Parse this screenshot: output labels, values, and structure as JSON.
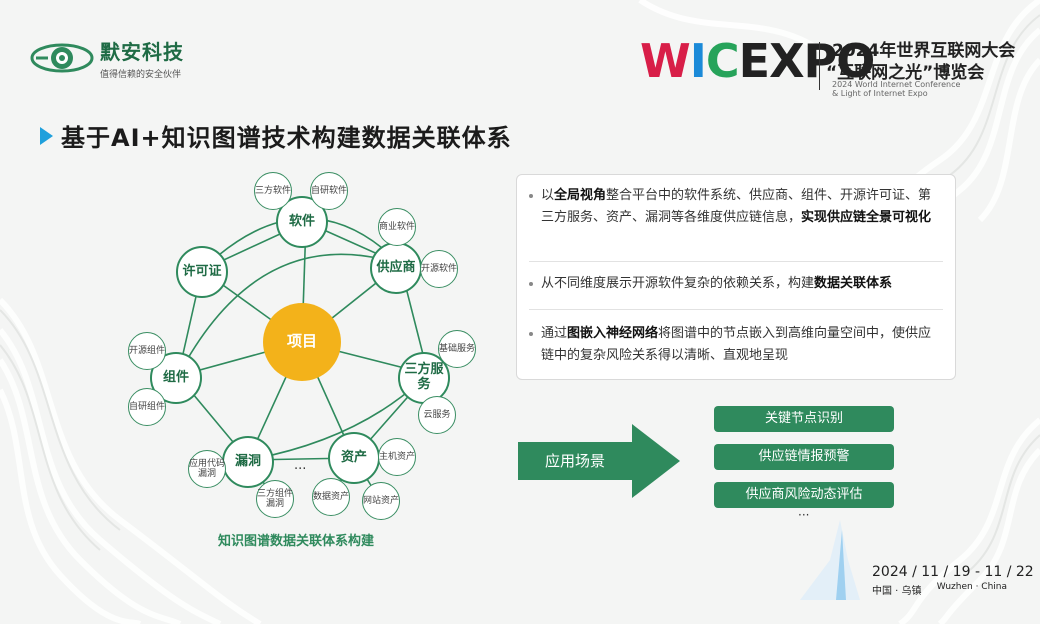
{
  "brand": {
    "name": "默安科技",
    "tagline": "值得信赖的安全伙伴"
  },
  "expo": {
    "logo_w": "W",
    "logo_i": "I",
    "logo_c": "C",
    "logo_rest": "EXPO",
    "title_line1": "2024年世界互联网大会",
    "title_line2": "“互联网之光”博览会",
    "en_line1": "2024 World Internet Conference",
    "en_line2": "& Light of Internet Expo",
    "date": "2024 / 11 / 19 - 11 / 22",
    "location_cn": "中国 · 乌镇",
    "location_en": "Wuzhen · China"
  },
  "slide": {
    "title": "基于AI+知识图谱技术构建数据关联体系"
  },
  "graph": {
    "center": "项目",
    "caption": "知识图谱数据关联体系构建",
    "main_nodes": {
      "software": "软件",
      "supplier": "供应商",
      "third_party": "三方服务",
      "asset": "资产",
      "vuln": "漏洞",
      "component": "组件",
      "license": "许可证"
    },
    "sub_nodes": {
      "sw_third": "三方软件",
      "sw_self": "自研软件",
      "sup_business": "商业软件",
      "sup_open": "开源软件",
      "tp_basic": "基础服务",
      "tp_cloud": "云服务",
      "as_host": "主机资产",
      "as_web": "网站资产",
      "as_data": "数据资产",
      "vu_third": "三方组件漏洞",
      "vu_app": "应用代码漏洞",
      "co_open": "开源组件",
      "co_self": "自研组件"
    },
    "ellipsis": "···"
  },
  "info": {
    "item1_pre": "以",
    "item1_b1": "全局视角",
    "item1_mid": "整合平台中的软件系统、供应商、组件、开源许可证、第三方服务、资产、漏洞等各维度供应链信息，",
    "item1_b2": "实现供应链全景可视化",
    "item2_pre": "从不同维度展示开源软件复杂的依赖关系，构建",
    "item2_b": "数据关联体系",
    "item3_pre": "通过",
    "item3_b": "图嵌入神经网络",
    "item3_post": "将图谱中的节点嵌入到高维向量空间中，使供应链中的复杂风险关系得以清晰、直观地呈现"
  },
  "application": {
    "label": "应用场景",
    "items": [
      "关键节点识别",
      "供应链情报预警",
      "供应商风险动态评估"
    ],
    "ellipsis": "···"
  },
  "colors": {
    "primary_green": "#2f8a5d",
    "center_orange": "#f3b21a",
    "title_accent": "#1fa0dc"
  }
}
